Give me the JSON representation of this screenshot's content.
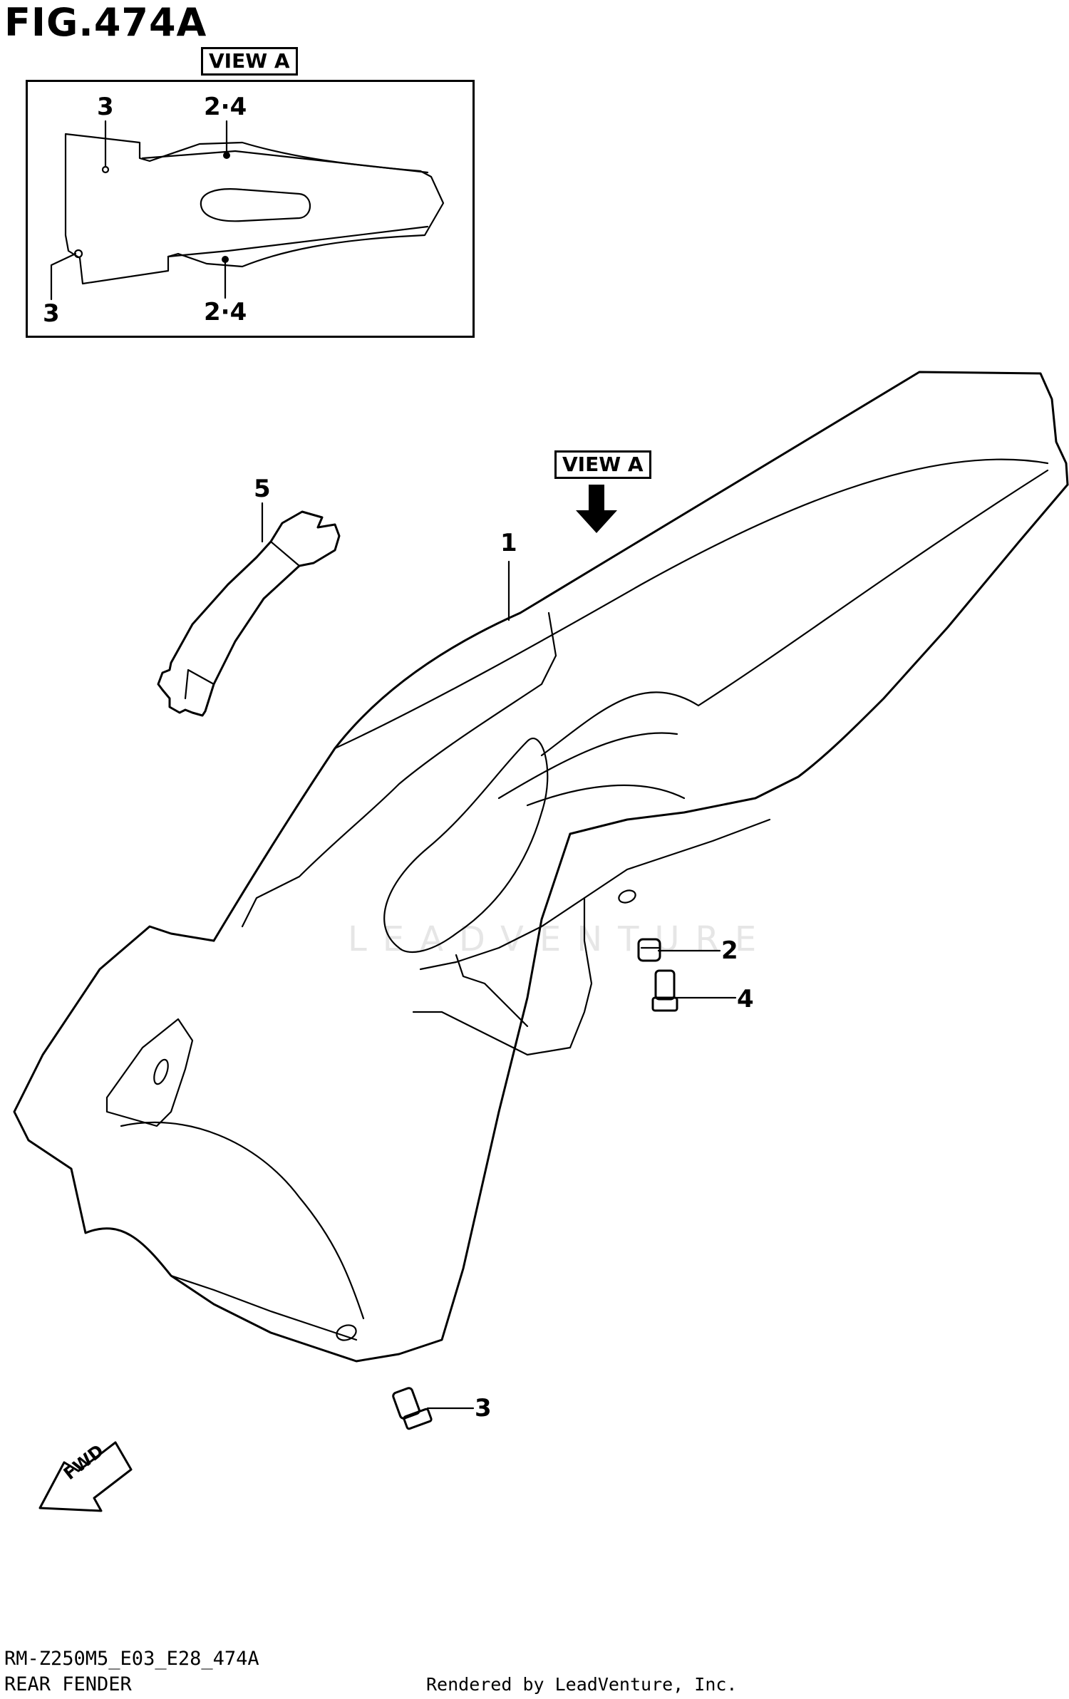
{
  "figure": {
    "title": "FIG.474A"
  },
  "view_a": {
    "tag_label": "VIEW A",
    "callouts": {
      "top_left": "3",
      "top_right": "2·4",
      "bottom_left": "3",
      "bottom_right": "2·4"
    }
  },
  "main": {
    "view_tag_label": "VIEW A",
    "callouts": {
      "part1": "1",
      "part2": "2",
      "part3": "3",
      "part4": "4",
      "part5": "5"
    },
    "fwd_label": "FWD"
  },
  "watermark": {
    "text": "LEADVENTURE"
  },
  "footer": {
    "model_code": "RM-Z250M5_E03_E28_474A",
    "section_name": "REAR FENDER",
    "render_credit": "Rendered by LeadVenture, Inc."
  }
}
